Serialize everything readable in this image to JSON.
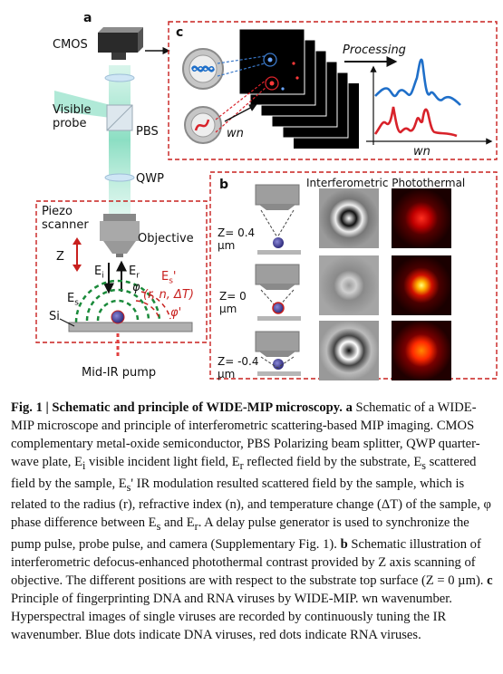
{
  "figure": {
    "panel_a": {
      "letter": "a",
      "cmos": "CMOS",
      "visible_probe": "Visible probe",
      "pbs": "PBS",
      "qwp": "QWP",
      "piezo_scanner": "Piezo scanner",
      "objective": "Objective",
      "z": "Z",
      "ei": "E",
      "ei_sub": "i",
      "er": "E",
      "er_sub": "r",
      "phi": "φ",
      "es": "E",
      "es_sub": "s",
      "es_prime": "E",
      "es_prime_sub": "s",
      "es_prime_mark": "'",
      "params": "(r, n, ΔT)",
      "phi_prime": "φ'",
      "si": "Si",
      "mid_ir_pump": "Mid-IR pump"
    },
    "panel_b": {
      "letter": "b",
      "title": "Interferometric Photothermal",
      "z_labels": [
        "Z= 0.4\nµm",
        "Z= 0\nµm",
        "Z= -0.4\nµm"
      ]
    },
    "panel_c": {
      "letter": "c",
      "processing": "Processing",
      "wn_left": "wn",
      "wn_right": "wn"
    },
    "colors": {
      "red_dashed": "#c8201e",
      "blue_dashed": "#3a78c8",
      "beam_green": "#7fdcc0",
      "dna_blue": "#1f6fc9",
      "rna_red": "#d8222a"
    }
  },
  "caption": {
    "fig_label": "Fig. 1 |",
    "fig_title": "Schematic and principle of WIDE-MIP microscopy.",
    "a_label": "a",
    "a_text": "Schematic of a WIDE-MIP microscope and principle of interferometric scattering-based MIP imaging. CMOS complementary metal-oxide semiconductor, PBS Polarizing beam splitter, QWP quarter-wave plate, E",
    "a_text_2": "i",
    "a_text_3": " visible incident light field, E",
    "a_text_4": "r",
    "a_text_5": " reflected field by the substrate, E",
    "a_text_6": "s",
    "a_text_7": " scattered field by the sample, E",
    "a_text_8": "s",
    "a_text_9": "' IR modulation resulted scattered field by the sample, which is related to the radius (r), refractive index (n), and temperature change (ΔT) of the sample, φ phase difference between E",
    "a_text_10": "s",
    "a_text_11": " and E",
    "a_text_12": "r",
    "a_text_13": ". A delay pulse generator is used to synchronize the pump pulse, probe pulse, and camera (Supplementary Fig. 1).",
    "b_label": "b",
    "b_text": "Schematic illustration of interferometric defocus-enhanced photothermal contrast provided by Z axis scanning of objective. The different positions are with respect to the substrate top surface (Z = 0 µm).",
    "c_label": "c",
    "c_text": "Principle of fingerprinting DNA and RNA viruses by WIDE-MIP. wn wavenumber. Hyperspectral images of single viruses are recorded by continuously tuning the IR wavenumber. Blue dots indicate DNA viruses, red dots indicate RNA viruses."
  }
}
